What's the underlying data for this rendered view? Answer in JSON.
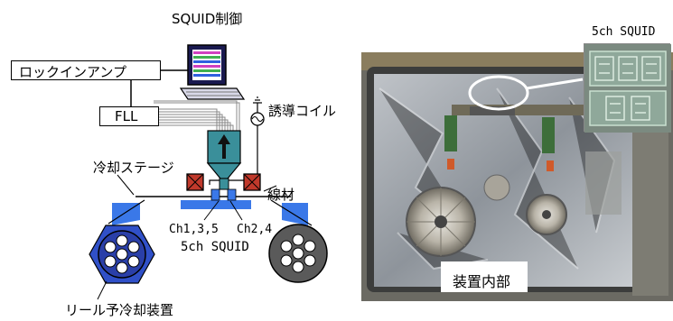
{
  "labels": {
    "squid_control": "SQUID制御",
    "lockin_amp": "ロックインアンプ",
    "fll": "FLL",
    "induction_coil": "誘導コイル",
    "cooling_stage": "冷却ステージ",
    "wire": "線材",
    "ch135": "Ch1,3,5",
    "ch24": "Ch2,4",
    "squid_5ch": "5ch SQUID",
    "reel_precooler": "リール予冷却装置",
    "inset_title": "5ch SQUID",
    "device_interior": "装置内部"
  },
  "colors": {
    "stage_blue": "#3a78e8",
    "reel_blue": "#3050c8",
    "reel_gray": "#5a5a5a",
    "coil_red": "#c0392b",
    "squid_teal": "#3a8f9a"
  }
}
